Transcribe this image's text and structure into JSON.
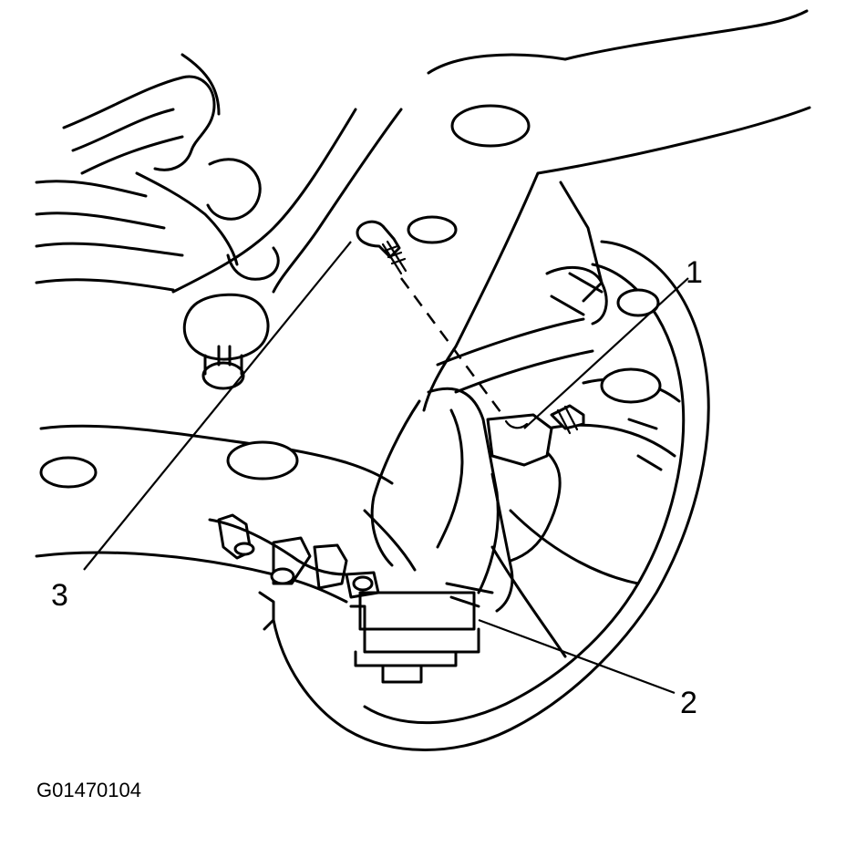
{
  "callouts": {
    "one": "1",
    "two": "2",
    "three": "3"
  },
  "figure_id": "G01470104"
}
